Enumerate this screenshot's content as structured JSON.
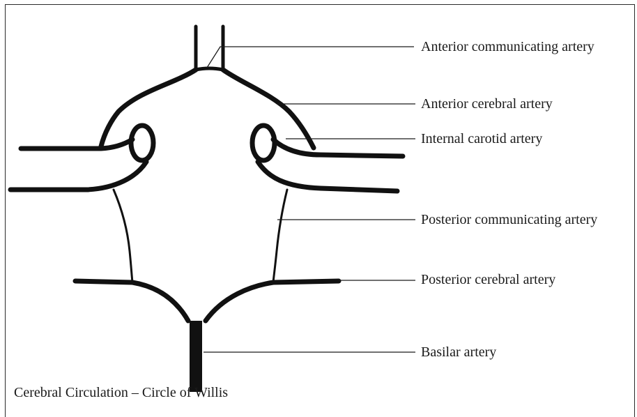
{
  "labels": {
    "anterior_communicating": "Anterior communicating artery",
    "anterior_cerebral": "Anterior cerebral artery",
    "internal_carotid": "Internal carotid artery",
    "posterior_communicating": "Posterior communicating artery",
    "posterior_cerebral": "Posterior cerebral artery",
    "basilar": "Basilar artery"
  },
  "caption": "Cerebral Circulation – Circle of Willis",
  "colors": {
    "ink": "#111111",
    "leader": "#1a1a1a",
    "background": "#ffffff"
  }
}
